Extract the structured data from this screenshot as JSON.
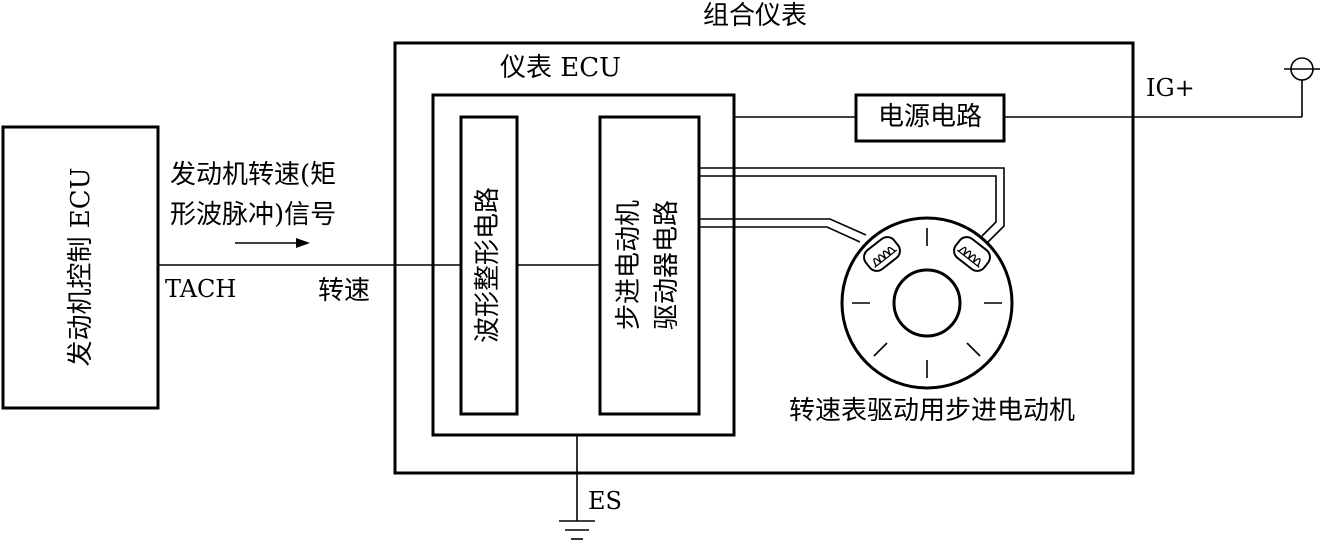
{
  "title": "组合仪表",
  "engine_ecu": {
    "label": "发动机控制 ECU",
    "pin": "TACH"
  },
  "signal": {
    "line1": "发动机转速(矩",
    "line2": "形波脉冲)信号",
    "arrow": "→",
    "wire_label": "转速"
  },
  "meter_ecu": {
    "label": "仪表 ECU",
    "shaping_circuit": "波形整形电路",
    "driver_line1": "步进电动机",
    "driver_line2": "驱动器电路"
  },
  "power_circuit": "电源电路",
  "ignition": "IG+",
  "ground": "ES",
  "stepper_motor": "转速表驱动用步进电动机"
}
